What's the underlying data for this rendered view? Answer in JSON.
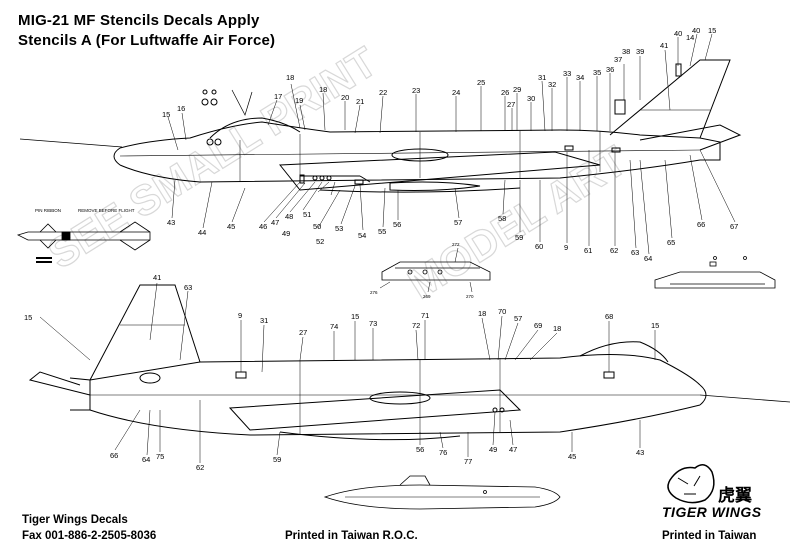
{
  "title_line1": "MIG-21 MF  Stencils Decals Apply",
  "title_line2": "Stencils A (For Luftwaffe Air Force)",
  "footer": {
    "company": "Tiger Wings Decals",
    "fax": "Fax 001-886-2-2505-8036",
    "printed_roc": "Printed in Taiwan R.O.C.",
    "printed": "Printed in Taiwan"
  },
  "logo": {
    "cjk": "虎翼",
    "word": "TIGER WINGS"
  },
  "watermark": [
    "SEE SMALL PRINT",
    "MODEL ART"
  ],
  "colors": {
    "ink": "#000000",
    "watermark": "#d8d8d8"
  },
  "top_view_callouts": [
    "15",
    "16",
    "17",
    "18",
    "18",
    "19",
    "20",
    "21",
    "22",
    "23",
    "24",
    "25",
    "26",
    "27",
    "29",
    "30",
    "31",
    "32",
    "33",
    "34",
    "35",
    "36",
    "37",
    "38",
    "39",
    "40",
    "41",
    "40",
    "14",
    "15",
    "43",
    "44",
    "45",
    "46",
    "47",
    "48",
    "49",
    "50",
    "51",
    "52",
    "53",
    "54",
    "55",
    "56",
    "57",
    "58",
    "59",
    "60",
    "9",
    "61",
    "62",
    "63",
    "64",
    "65",
    "66",
    "67"
  ],
  "bottom_view_callouts": [
    "41",
    "15",
    "63",
    "9",
    "31",
    "27",
    "74",
    "15",
    "73",
    "72",
    "71",
    "18",
    "70",
    "57",
    "69",
    "18",
    "68",
    "15",
    "66",
    "64",
    "75",
    "62",
    "59",
    "56",
    "76",
    "77",
    "49",
    "47",
    "45",
    "43"
  ],
  "inset_callouts": [
    "272",
    "276",
    "269",
    "270"
  ],
  "missile_labels": [
    "PIN RIBBON",
    "REMOVE BEFORE FLIGHT"
  ]
}
